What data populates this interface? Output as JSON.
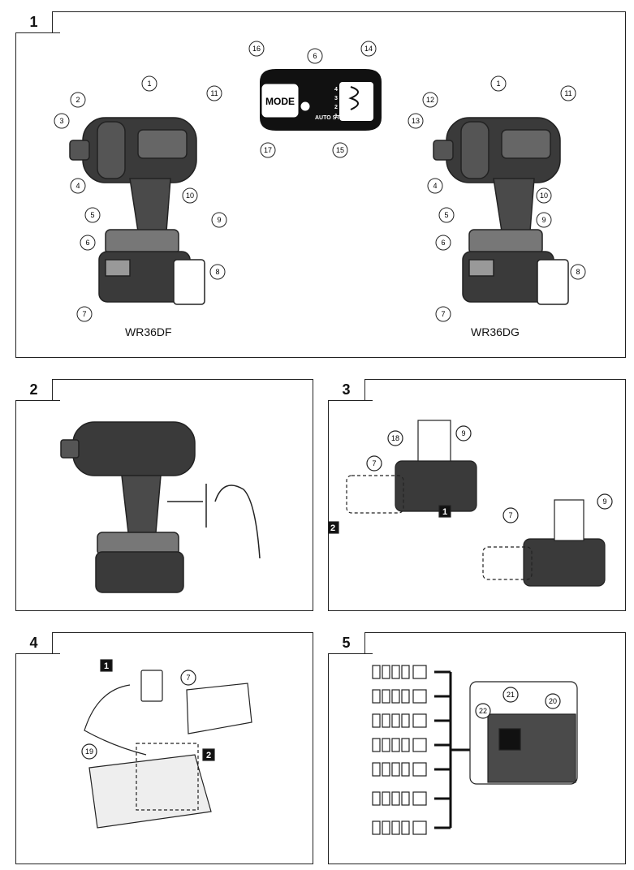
{
  "figures": [
    {
      "number": "1",
      "models": [
        "WR36DF",
        "WR36DG"
      ]
    },
    {
      "number": "2"
    },
    {
      "number": "3"
    },
    {
      "number": "4"
    },
    {
      "number": "5"
    }
  ],
  "callouts_fig1_left": [
    "1",
    "2",
    "3",
    "4",
    "5",
    "6",
    "7",
    "8",
    "9",
    "10",
    "11"
  ],
  "callouts_fig1_right": [
    "1",
    "12",
    "13",
    "4",
    "5",
    "6",
    "7",
    "8",
    "9",
    "10",
    "11"
  ],
  "callouts_panel": [
    "16",
    "6",
    "14",
    "17",
    "15"
  ],
  "panel_labels": {
    "mode": "MODE",
    "auto_stop": "AUTO STOP",
    "levels": [
      "4",
      "3",
      "2",
      "1"
    ]
  },
  "callouts_fig3": [
    "18",
    "7",
    "9",
    "7",
    "9"
  ],
  "steps_fig3": [
    "1",
    "2"
  ],
  "callouts_fig4": [
    "7",
    "19"
  ],
  "steps_fig4": [
    "1",
    "2"
  ],
  "callouts_fig5": [
    "22",
    "21",
    "20"
  ]
}
